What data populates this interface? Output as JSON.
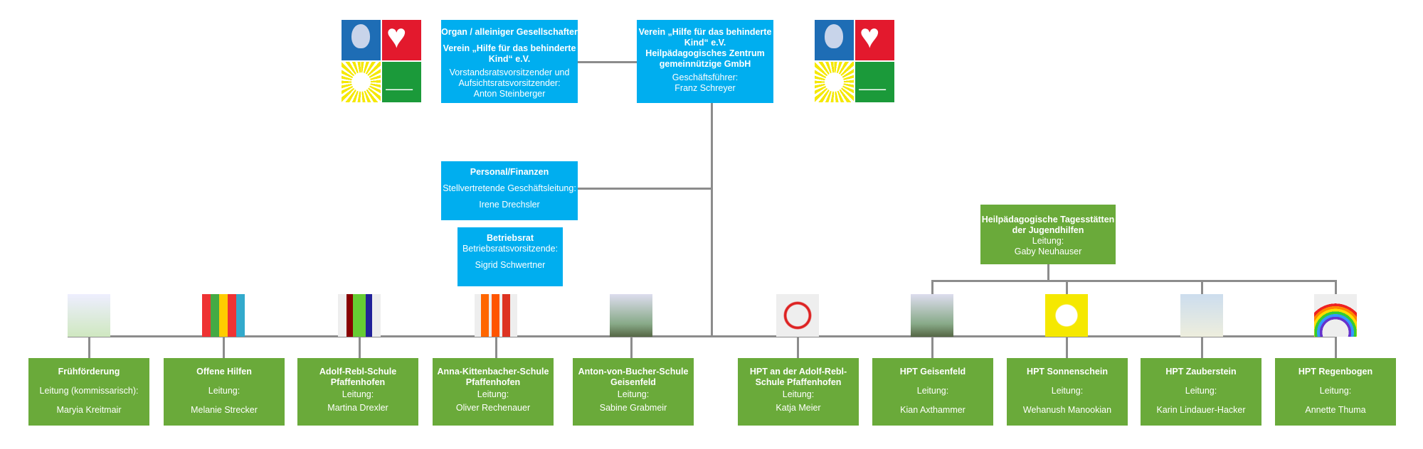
{
  "top": {
    "owner": {
      "title": "Organ / alleiniger Gesellschafter",
      "org": "Verein „Hilfe für das behinderte Kind“ e.V.",
      "role": "Vorstandsratsvorsitzender und Aufsichtsratsvorsitzender:",
      "name": "Anton Steinberger"
    },
    "company": {
      "org": "Verein „Hilfe für das behinderte Kind“ e.V.",
      "title": "Heilpädagogisches Zentrum gemeinnützige GmbH",
      "role": "Geschäftsführer:",
      "name": "Franz Schreyer"
    }
  },
  "staff": {
    "personal": {
      "title": "Personal/Finanzen",
      "role": "Stellvertretende Geschäftsleitung:",
      "name": "Irene Drechsler"
    },
    "betriebsrat": {
      "title": "Betriebsrat",
      "role": "Betriebsratsvorsitzende:",
      "name": "Sigrid Schwertner"
    }
  },
  "hpt_group": {
    "title": "Heilpädagogische Tagesstätten der Jugendhilfen",
    "role": "Leitung:",
    "name": "Gaby Neuhauser"
  },
  "units": [
    {
      "title": "Frühförderung",
      "role": "Leitung (kommissarisch):",
      "name": "Maryia Kreitmair",
      "icon": "sun-house-drawing"
    },
    {
      "title": "Offene Hilfen",
      "role": "Leitung:",
      "name": "Melanie Strecker",
      "icon": "raised-hands"
    },
    {
      "title": "Adolf-Rebl-Schule Pfaffenhofen",
      "role": "Leitung:",
      "name": "Martina Drexler",
      "icon": "people-figures"
    },
    {
      "title": "Anna-Kittenbacher-Schule Pfaffenhofen",
      "role": "Leitung:",
      "name": "Oliver Rechenauer",
      "icon": "bars-logo"
    },
    {
      "title": "Anton-von-Bucher-Schule Geisenfeld",
      "role": "Leitung:",
      "name": "Sabine Grabmeir",
      "icon": "building-photo"
    },
    {
      "title": "HPT an der Adolf-Rebl-Schule Pfaffenhofen",
      "role": "Leitung:",
      "name": "Katja Meier",
      "icon": "heart-hands"
    },
    {
      "title": "HPT Geisenfeld",
      "role": "Leitung:",
      "name": "Kian Axthammer",
      "icon": "building-photo"
    },
    {
      "title": "HPT Sonnenschein",
      "role": "Leitung:",
      "name": "Wehanush Manookian",
      "icon": "sun"
    },
    {
      "title": "HPT Zauberstein",
      "role": "Leitung:",
      "name": "Karin Lindauer-Hacker",
      "icon": "drawing"
    },
    {
      "title": "HPT Regenbogen",
      "role": "Leitung:",
      "name": "Annette Thuma",
      "icon": "rainbow"
    }
  ],
  "colors": {
    "blue": "#00aeef",
    "green": "#6aaa3a",
    "line": "#8c8c8c"
  }
}
